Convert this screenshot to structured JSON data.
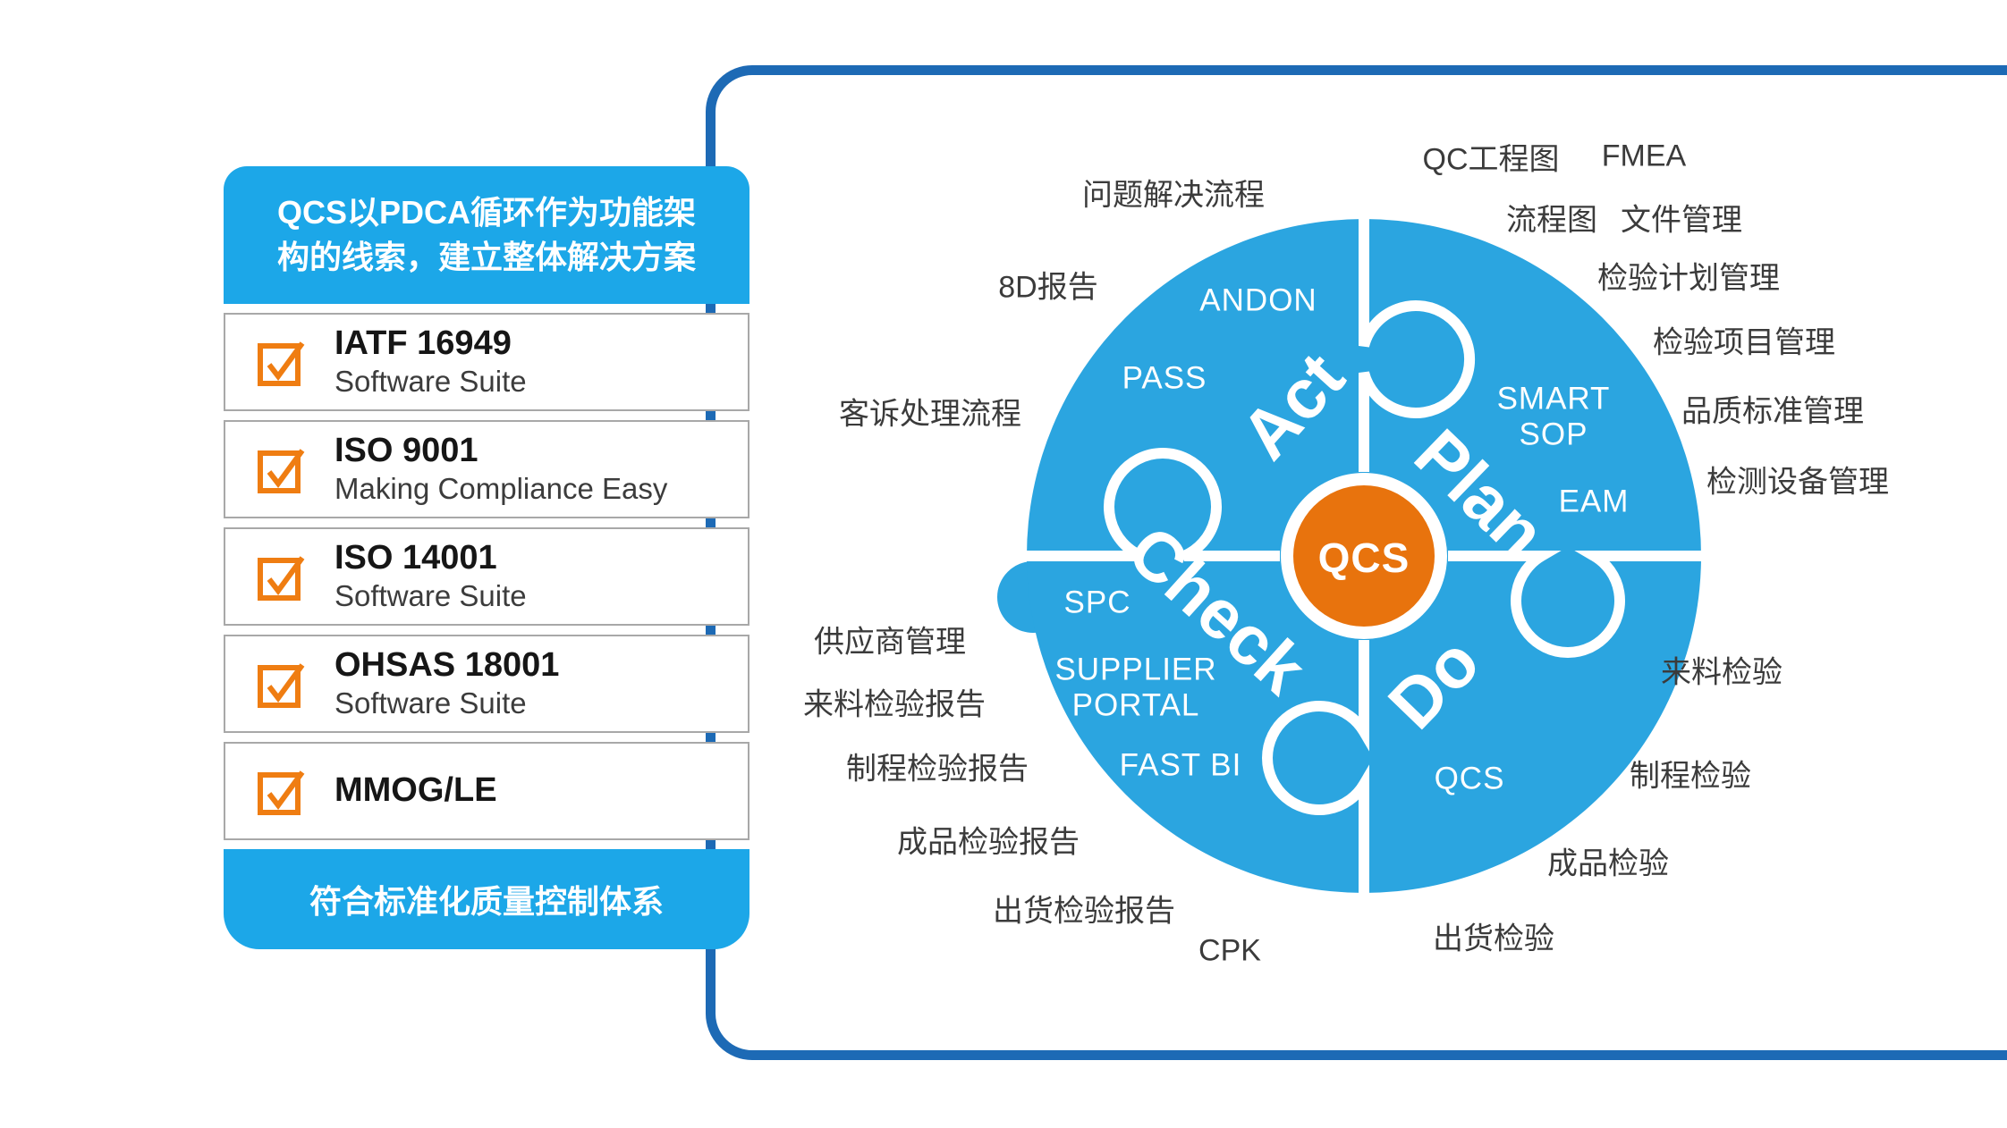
{
  "sidebar": {
    "header_line1": "QCS以PDCA循环作为功能架",
    "header_line2": "构的线索，建立整体解决方案",
    "items": [
      {
        "title": "IATF 16949",
        "subtitle": "Software Suite"
      },
      {
        "title": "ISO 9001",
        "subtitle": "Making Compliance Easy"
      },
      {
        "title": "ISO 14001",
        "subtitle": "Software Suite"
      },
      {
        "title": "OHSAS 18001",
        "subtitle": "Software Suite"
      },
      {
        "title": "MMOG/LE",
        "subtitle": ""
      }
    ],
    "footer": "符合标准化质量控制体系",
    "colors": {
      "bar_blue": "#1ca7e8",
      "checkbox_orange": "#ef7d12"
    }
  },
  "diagram": {
    "center_label": "QCS",
    "quadrants": [
      {
        "label": "Act"
      },
      {
        "label": "Plan"
      },
      {
        "label": "Check"
      },
      {
        "label": "Do"
      }
    ],
    "modules": [
      {
        "label": "ANDON"
      },
      {
        "label": "PASS"
      },
      {
        "label": "SMART"
      },
      {
        "label": "SOP"
      },
      {
        "label": "EAM"
      },
      {
        "label": "SPC"
      },
      {
        "label": "SUPPLIER"
      },
      {
        "label": "PORTAL"
      },
      {
        "label": "FAST BI"
      },
      {
        "label": "QCS"
      }
    ],
    "outer_labels": [
      {
        "label": "问题解决流程"
      },
      {
        "label": "QC工程图"
      },
      {
        "label": "FMEA"
      },
      {
        "label": "流程图"
      },
      {
        "label": "文件管理"
      },
      {
        "label": "检验计划管理"
      },
      {
        "label": "检验项目管理"
      },
      {
        "label": "品质标准管理"
      },
      {
        "label": "检测设备管理"
      },
      {
        "label": "8D报告"
      },
      {
        "label": "客诉处理流程"
      },
      {
        "label": "供应商管理"
      },
      {
        "label": "来料检验报告"
      },
      {
        "label": "制程检验报告"
      },
      {
        "label": "成品检验报告"
      },
      {
        "label": "出货检验报告"
      },
      {
        "label": "CPK"
      },
      {
        "label": "来料检验"
      },
      {
        "label": "制程检验"
      },
      {
        "label": "成品检验"
      },
      {
        "label": "出货检验"
      }
    ],
    "colors": {
      "circle_blue": "#2ba5e0",
      "center_orange": "#e8730d",
      "panel_border": "#1d6ab5",
      "label_gray": "#3b3b3b"
    }
  }
}
